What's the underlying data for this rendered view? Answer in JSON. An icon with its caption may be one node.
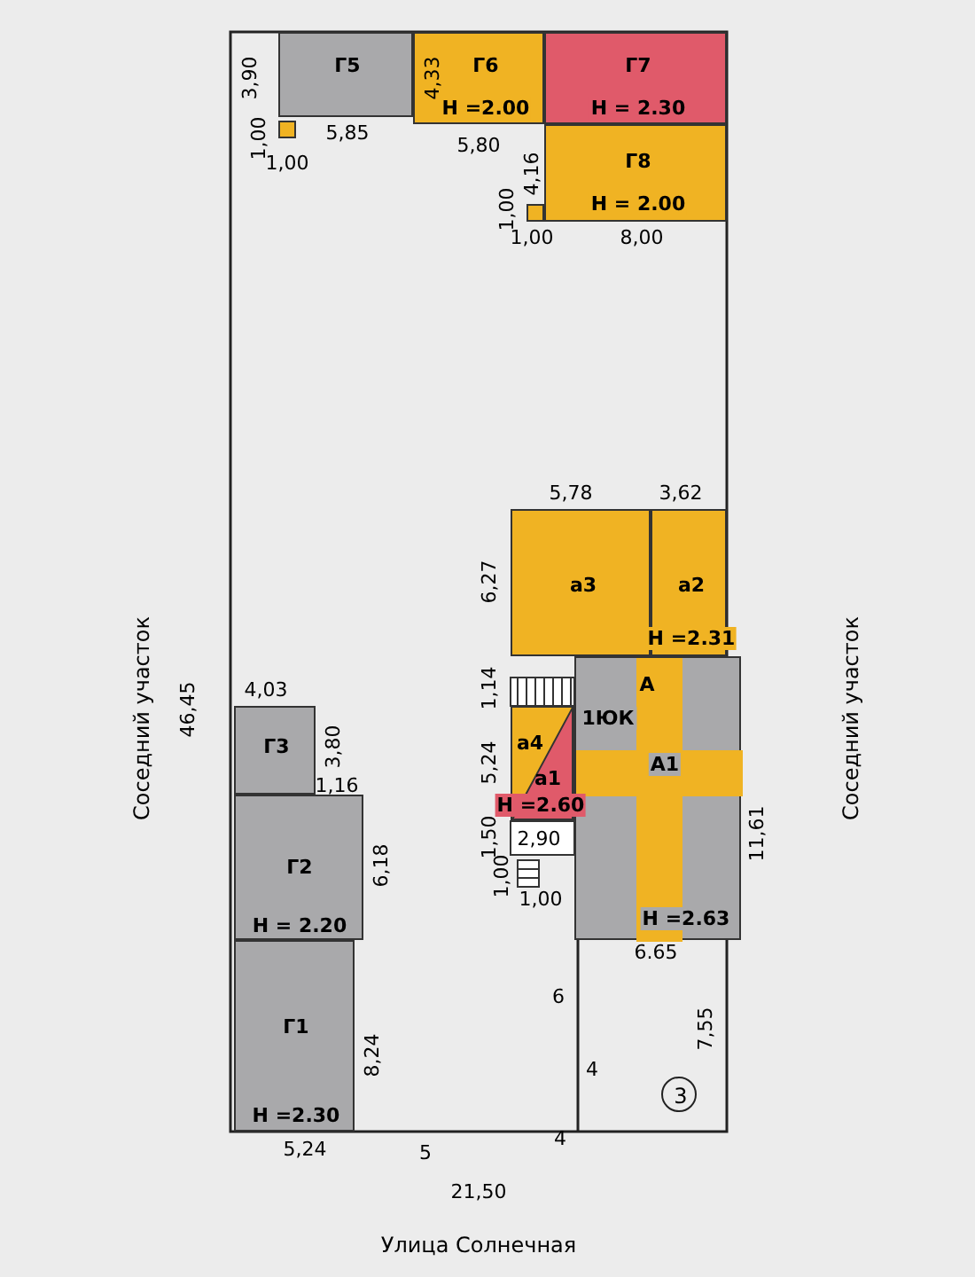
{
  "diagram": {
    "nodes": [
      {
        "text": [
          "Г5"
        ]
      },
      {
        "text": [
          "Г6",
          "Н =2.00"
        ]
      },
      {
        "text": [
          "Г7",
          "Н = 2.30"
        ]
      },
      {
        "text": [
          "Г8",
          "Н = 2.00"
        ]
      },
      {
        "text": [],
        "shape": "box"
      },
      {
        "text": [],
        "shape": "box"
      },
      {
        "text": [
          "а3"
        ]
      },
      {
        "text": [
          "а2",
          "Н =2.31"
        ]
      },
      {
        "text": [
          "А",
          "1ЮК",
          "А1",
          "Н =2.63"
        ]
      },
      {
        "text": [
          "а4"
        ]
      },
      {
        "text": [
          "а1",
          "Н =2.60"
        ],
        "in": 9
      },
      {
        "text": [
          "Г3"
        ]
      },
      {
        "text": [
          "Г2",
          "Н = 2.20"
        ]
      },
      {
        "text": [
          "Г1",
          "Н =2.30"
        ]
      },
      {
        "text": [
          "3"
        ]
      }
    ],
    "labels": [
      "3,90",
      "4,33",
      "1,00",
      "5,85",
      "1,00",
      "5,80",
      "4,16",
      "1,00",
      "1,00",
      "8,00",
      "5,78",
      "3,62",
      "6,27",
      "1,14",
      "5,24",
      "1,50",
      "2,90",
      "1,00",
      "1,00",
      "6.65",
      "11,61",
      "4,03",
      "3,80",
      "1,16",
      "6,18",
      "46,45",
      "Соседний участок",
      "Соседний участок",
      "8,24",
      "6",
      "7,55",
      "4",
      "5,24",
      "5",
      "4",
      "21,50",
      "Улица Солнечная"
    ]
  }
}
